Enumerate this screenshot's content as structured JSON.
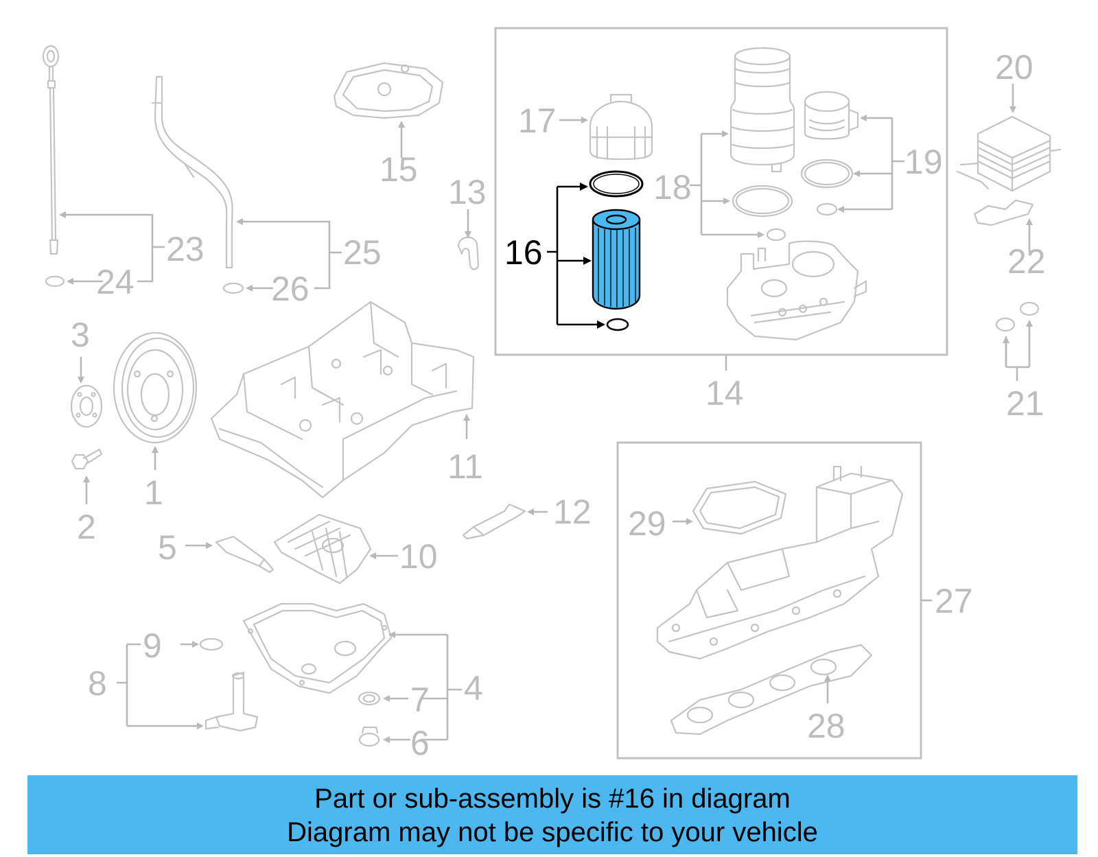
{
  "diagram": {
    "callouts": {
      "c1": "1",
      "c2": "2",
      "c3": "3",
      "c4": "4",
      "c5": "5",
      "c6": "6",
      "c7": "7",
      "c8": "8",
      "c9": "9",
      "c10": "10",
      "c11": "11",
      "c12": "12",
      "c13": "13",
      "c14": "14",
      "c15": "15",
      "c16": "16",
      "c17": "17",
      "c18": "18",
      "c19": "19",
      "c20": "20",
      "c21": "21",
      "c22": "22",
      "c23": "23",
      "c24": "24",
      "c25": "25",
      "c26": "26",
      "c27": "27",
      "c28": "28",
      "c29": "29"
    },
    "highlighted_part": "16",
    "highlight_color": "#4db8f0",
    "part_color": "#c4c4c4"
  },
  "banner": {
    "line1": "Part or sub-assembly is #16 in diagram",
    "line2": "Diagram may not be specific to your vehicle",
    "background": "#4db8f0"
  }
}
